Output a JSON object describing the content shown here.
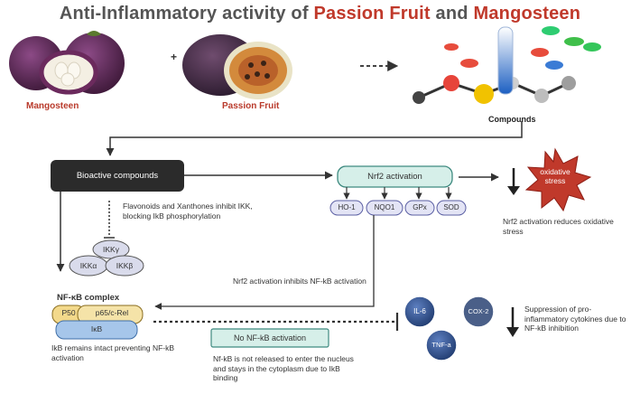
{
  "title": {
    "part1": "Anti-Inflammatory",
    "part2": "activity of",
    "part3": "Passion Fruit",
    "part4": "and",
    "part5": "Mangosteen"
  },
  "top": {
    "mangosteen_label": "Mangosteen",
    "plus": "+",
    "passion_label": "Passion Fruit",
    "compounds_label": "Compounds"
  },
  "bioactive": {
    "label": "Bioactive compounds",
    "note": "Flavonoids and Xanthones inhibit IKK, blocking IkB phosphorylation"
  },
  "ikk": {
    "gamma": "IKKγ",
    "alpha": "IKKα",
    "beta": "IKKβ"
  },
  "nrf2": {
    "label": "Nrf2 activation",
    "targets": [
      "HO-1",
      "NQO1",
      "GPx",
      "SOD"
    ],
    "reduces_note": "Nrf2 activation reduces oxidative stress",
    "inhibits_note": "Nrf2 activation inhibits NF-kB activation"
  },
  "oxidative": {
    "line1": "oxidative",
    "line2": "stress"
  },
  "nfkb": {
    "complex_label": "NF-κB complex",
    "p50": "P50",
    "p65": "p65/c-Rel",
    "ikb": "IκB",
    "intact_note": "IkB remains intact preventing NF-kB activation",
    "no_activation": "No NF-kB activation",
    "not_released_note": "Nf-kB is not released to enter the nucleus and stays in the cytoplasm due to IkB binding"
  },
  "cytokines": {
    "il6": "IL-6",
    "cox2": "COX-2",
    "tnfa": "TNF-a",
    "suppression_note": "Suppression of pro-inflammatory cytokines due to NF-kB inhibition"
  },
  "colors": {
    "title_grey": "#555555",
    "title_red": "#c0392b",
    "nrf2_fill": "#d6efe9",
    "nrf2_stroke": "#3f8a80",
    "target_fill": "#e3e4f5",
    "target_stroke": "#5b5fa3",
    "ikk_fill": "#d9dbeb",
    "p50_fill": "#f3d98b",
    "p65_fill": "#f5e3a8",
    "ikb_fill": "#a6c6ea",
    "star_fill": "#c0392b",
    "cytokine_fill": "#2f4f8a",
    "cox2_fill": "#4a5f88"
  }
}
